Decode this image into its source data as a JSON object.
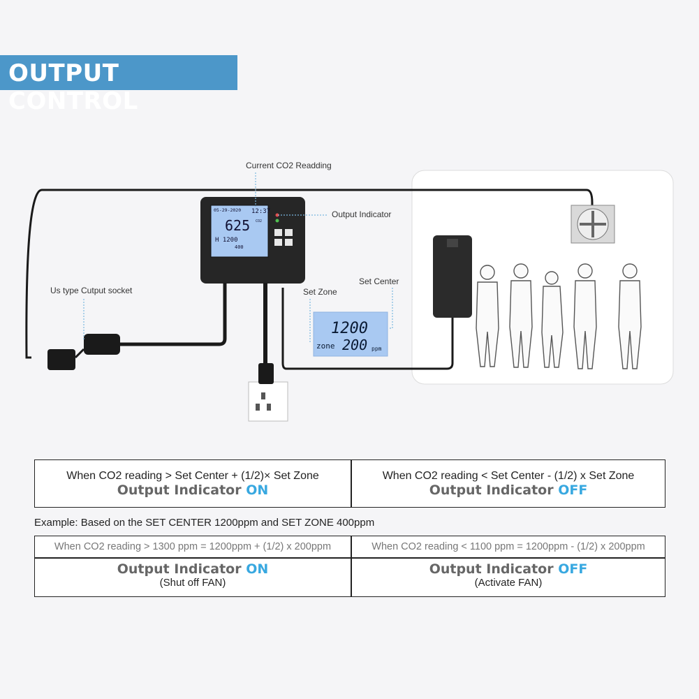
{
  "title": "OUTPUT CONTROL",
  "labels": {
    "current_reading": "Current CO2 Readding",
    "output_indicator": "Output Indicator",
    "socket": "Us type Cutput socket",
    "set_zone": "Set Zone",
    "set_center": "Set Center"
  },
  "lcd": {
    "date": "05-29-2020",
    "time": "12:37",
    "reading": "625",
    "unit": "CO2",
    "high": "H 1200",
    "zone_small": "400",
    "zoom_center": "1200",
    "zoom_zone_label": "zone",
    "zoom_zone": "200",
    "zoom_unit": "ppm"
  },
  "rules": {
    "left_condition": "When CO2 reading > Set Center + (1/2)× Set Zone",
    "left_prefix": "Output Indicator ",
    "left_state": "ON",
    "right_condition": "When CO2 reading < Set Center - (1/2) x Set Zone",
    "right_prefix": "Output Indicator ",
    "right_state": "OFF"
  },
  "example": "Example: Based on the SET CENTER 1200ppm and SET ZONE 400ppm",
  "example_rows": {
    "left_calc": "When CO2 reading > 1300 ppm = 1200ppm + (1/2) x 200ppm",
    "right_calc": "When CO2 reading < 1100 ppm = 1200ppm - (1/2) x 200ppm",
    "left_prefix": "Output Indicator ",
    "left_state": "ON",
    "left_action": "(Shut off FAN)",
    "right_prefix": "Output Indicator ",
    "right_state": "OFF",
    "right_action": "(Activate FAN)"
  },
  "colors": {
    "banner": "#4c97c9",
    "state": "#38a8e0",
    "lcd": "#a9c9f2"
  }
}
